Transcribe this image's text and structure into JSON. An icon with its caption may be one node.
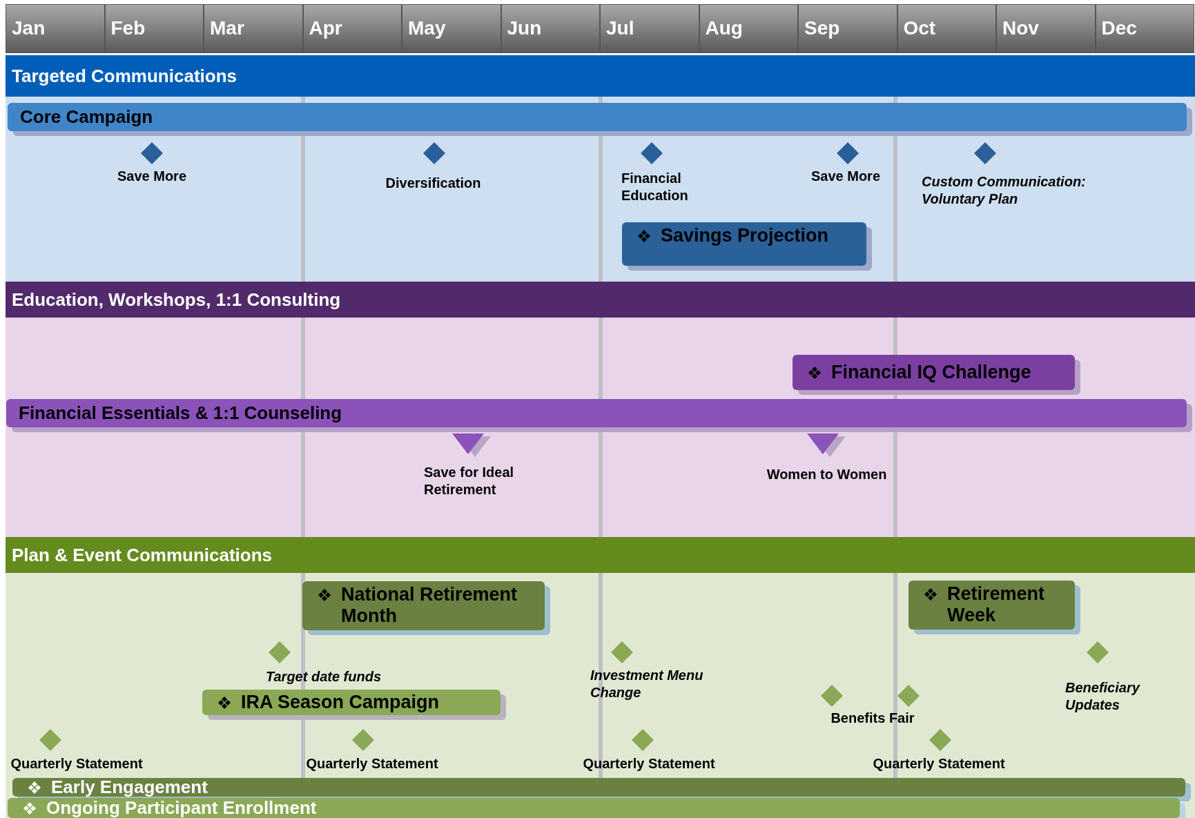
{
  "diagram": {
    "nodes": [
      {
        "text": [
          "Jan"
        ]
      },
      {
        "text": [
          "Feb"
        ]
      },
      {
        "text": [
          "Mar"
        ]
      },
      {
        "text": [
          "Apr"
        ]
      },
      {
        "text": [
          "May"
        ]
      },
      {
        "text": [
          "Jun"
        ]
      },
      {
        "text": [
          "Jul"
        ]
      },
      {
        "text": [
          "Aug"
        ]
      },
      {
        "text": [
          "Sep"
        ]
      },
      {
        "text": [
          "Oct"
        ]
      },
      {
        "text": [
          "Nov"
        ]
      },
      {
        "text": [
          "Dec"
        ]
      },
      {
        "text": [
          "Targeted Communications"
        ]
      },
      {
        "text": [
          "Core Campaign"
        ],
        "in": 12
      },
      {
        "text": [
          "Save More"
        ],
        "in": 12
      },
      {
        "text": [
          "Diversification"
        ],
        "in": 12
      },
      {
        "text": [
          "Financial Education"
        ],
        "in": 12
      },
      {
        "text": [
          "Save More"
        ],
        "in": 12
      },
      {
        "text": [
          "Custom Communication: Voluntary Plan"
        ],
        "in": 12
      },
      {
        "text": [
          "Savings Projection"
        ],
        "in": 12
      },
      {
        "text": [
          "Education, Workshops, 1:1 Consulting"
        ]
      },
      {
        "text": [
          "Financial IQ Challenge"
        ],
        "in": 20
      },
      {
        "text": [
          "Financial Essentials & 1:1 Counseling"
        ],
        "in": 20
      },
      {
        "text": [
          "Save for Ideal Retirement"
        ],
        "in": 20
      },
      {
        "text": [
          "Women to Women"
        ],
        "in": 20
      },
      {
        "text": [
          "Plan & Event Communications"
        ]
      },
      {
        "text": [
          "National Retirement Month"
        ],
        "in": 25
      },
      {
        "text": [
          "Retirement Week"
        ],
        "in": 25
      },
      {
        "text": [
          "Target date funds"
        ],
        "in": 25
      },
      {
        "text": [
          "IRA Season Campaign"
        ],
        "in": 25
      },
      {
        "text": [
          "Investment Menu Change"
        ],
        "in": 25
      },
      {
        "text": [
          "Benefits Fair"
        ],
        "in": 25
      },
      {
        "text": [
          "Beneficiary Updates"
        ],
        "in": 25
      },
      {
        "text": [
          "Quarterly Statement"
        ],
        "in": 25
      },
      {
        "text": [
          "Quarterly Statement"
        ],
        "in": 25
      },
      {
        "text": [
          "Quarterly Statement"
        ],
        "in": 25
      },
      {
        "text": [
          "Quarterly Statement"
        ],
        "in": 25
      },
      {
        "text": [
          "Early Engagement"
        ],
        "in": 25
      },
      {
        "text": [
          "Ongoing Participant Enrollment"
        ],
        "in": 25
      }
    ],
    "edges": []
  }
}
